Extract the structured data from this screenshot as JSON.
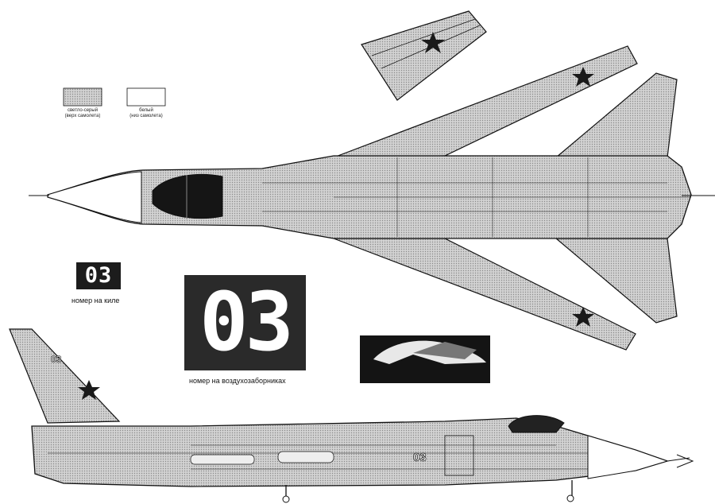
{
  "legend": {
    "top_color": {
      "label_line1": "светло-серый",
      "label_line2": "(верх самолета)",
      "swatch": "#b8b8b8"
    },
    "bottom_color": {
      "label_line1": "белый",
      "label_line2": "(низ самолета)",
      "swatch": "#ffffff"
    }
  },
  "tail_number": {
    "value": "03",
    "caption": "номер на киле"
  },
  "intake_number": {
    "value": "03",
    "caption": "номер на воздухозаборниках"
  },
  "side_number": "03",
  "colors": {
    "ink": "#1a1a1a",
    "light_grey": "#b8b8b8",
    "halftone": "#c9c9c9",
    "star": "#1a1a1a"
  }
}
